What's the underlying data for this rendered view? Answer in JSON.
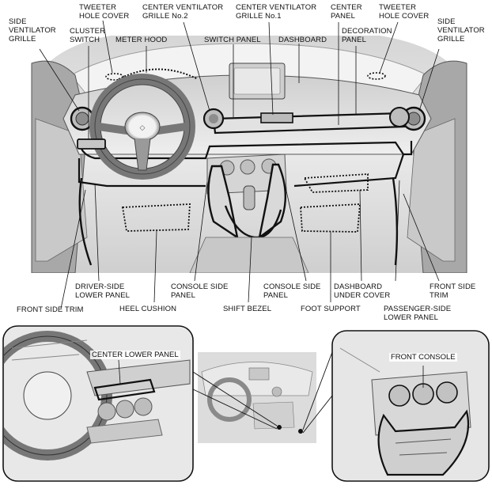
{
  "labels": {
    "side_ventilator_grille_left": "SIDE\nVENTILATOR\nGRILLE",
    "tweeter_hole_cover_left": "TWEETER\nHOLE COVER",
    "cluster_switch": "CLUSTER\nSWITCH",
    "meter_hood": "METER HOOD",
    "center_ventilator_grille_no2": "CENTER VENTILATOR\nGRILLE No.2",
    "switch_panel": "SWITCH PANEL",
    "center_ventilator_grille_no1": "CENTER VENTILATOR\nGRILLE No.1",
    "dashboard": "DASHBOARD",
    "center_panel": "CENTER\nPANEL",
    "decoration_panel": "DECORATION\nPANEL",
    "tweeter_hole_cover_right": "TWEETER\nHOLE COVER",
    "side_ventilator_grille_right": "SIDE\nVENTILATOR\nGRILLE",
    "driver_side_lower_panel": "DRIVER-SIDE\nLOWER PANEL",
    "front_side_trim_left": "FRONT SIDE TRIM",
    "heel_cushion": "HEEL CUSHION",
    "console_side_panel_left": "CONSOLE SIDE\nPANEL",
    "shift_bezel": "SHIFT BEZEL",
    "console_side_panel_right": "CONSOLE SIDE\nPANEL",
    "dashboard_under_cover": "DASHBOARD\nUNDER COVER",
    "foot_support": "FOOT SUPPORT",
    "front_side_trim_right": "FRONT SIDE\nTRIM",
    "passenger_side_lower_panel": "PASSENGER-SIDE\nLOWER PANEL",
    "center_lower_panel": "CENTER LOWER PANEL",
    "front_console": "FRONT CONSOLE"
  },
  "colors": {
    "outline": "#111111",
    "interior_light": "#e6e6e6",
    "interior_mid": "#bdbdbd",
    "interior_dark": "#8a8a8a"
  }
}
